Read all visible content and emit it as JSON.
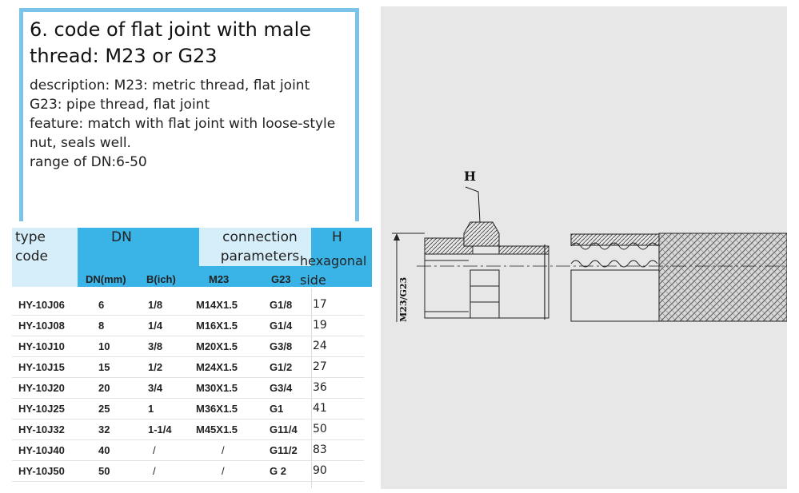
{
  "description": {
    "title": "6. code of flat joint with male thread: M23 or G23",
    "lines": [
      "description: M23: metric thread, flat joint",
      "G23: pipe thread, flat joint",
      "feature: match with flat joint with loose-style",
      "nut, seals well.",
      "range of DN:6-50"
    ]
  },
  "table": {
    "header": {
      "type_code": "type\ncode",
      "dn": "DN",
      "connection": "connection parameters",
      "h": "H",
      "h_sub": "hexagonal side",
      "dn_mm": "DN(mm)",
      "b_inch": "B(ich)",
      "m23": "M23",
      "g23": "G23"
    },
    "rows": [
      {
        "code": "HY-10J06",
        "dn": "6",
        "b": "1/8",
        "m23": "M14X1.5",
        "g23": "G1/8",
        "h": "17"
      },
      {
        "code": "HY-10J08",
        "dn": "8",
        "b": "1/4",
        "m23": "M16X1.5",
        "g23": "G1/4",
        "h": "19"
      },
      {
        "code": "HY-10J10",
        "dn": "10",
        "b": "3/8",
        "m23": "M20X1.5",
        "g23": "G3/8",
        "h": "24"
      },
      {
        "code": "HY-10J15",
        "dn": "15",
        "b": "1/2",
        "m23": "M24X1.5",
        "g23": "G1/2",
        "h": "27"
      },
      {
        "code": "HY-10J20",
        "dn": "20",
        "b": "3/4",
        "m23": "M30X1.5",
        "g23": "G3/4",
        "h": "36"
      },
      {
        "code": "HY-10J25",
        "dn": "25",
        "b": "1",
        "m23": "M36X1.5",
        "g23": "G1",
        "h": "41"
      },
      {
        "code": "HY-10J32",
        "dn": "32",
        "b": "1-1/4",
        "m23": "M45X1.5",
        "g23": "G11/4",
        "h": "50"
      },
      {
        "code": "HY-10J40",
        "dn": "40",
        "b": "/",
        "m23": "/",
        "g23": "G11/2",
        "h": "83"
      },
      {
        "code": "HY-10J50",
        "dn": "50",
        "b": "/",
        "m23": "/",
        "g23": "G 2",
        "h": "90"
      }
    ]
  },
  "drawing": {
    "label_h": "H",
    "label_thread": "M23/G23"
  }
}
